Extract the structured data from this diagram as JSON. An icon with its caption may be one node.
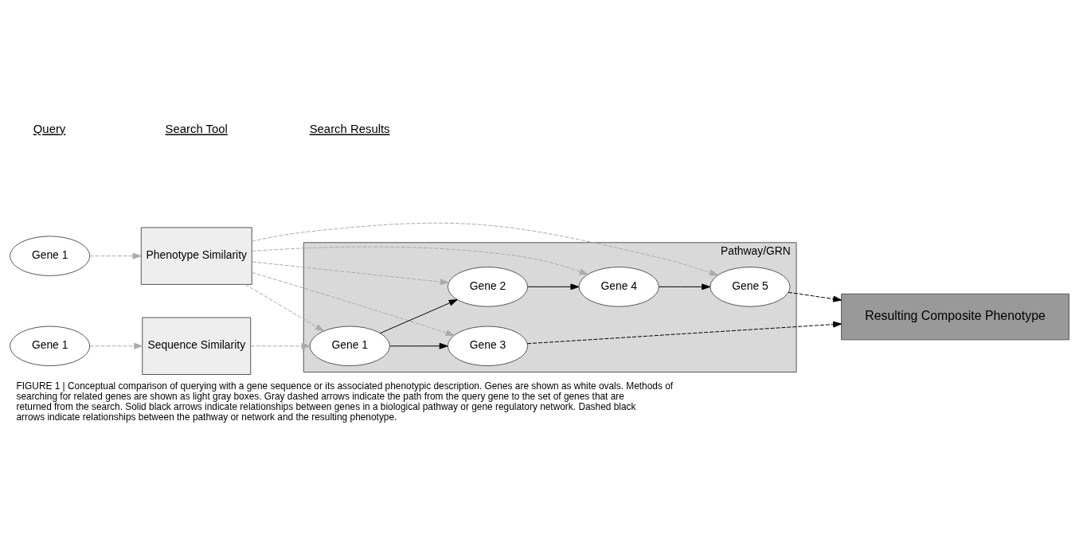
{
  "diagram": {
    "caption": "FIGURE 1 | Conceptual comparison of querying with a gene sequence or its associated phenotypic description. Genes are shown as white ovals. Methods of searching for related genes are shown as light gray boxes. Gray dashed arrows indicate the path from the query gene to the set of genes that are returned from the search. Solid black arrows indicate relationships between genes in a biological pathway or gene regulatory network. Dashed black arrows indicate relationships between the pathway or network and the resulting phenotype.",
    "nodes": [
      {
        "text": [
          "Gene 1"
        ]
      },
      {
        "text": [
          "Sequence Similarity"
        ]
      },
      {
        "text": [
          "Gene 1"
        ]
      },
      {
        "text": [
          "Phenotype Similarity"
        ]
      },
      {
        "text": [
          "Pathway/GRN"
        ]
      },
      {
        "text": [
          "Gene 1"
        ],
        "in": 4
      },
      {
        "text": [
          "Gene 2"
        ],
        "in": 4
      },
      {
        "text": [
          "Gene 3"
        ],
        "in": 4
      },
      {
        "text": [
          "Gene 4"
        ],
        "in": 4
      },
      {
        "text": [
          "Gene 5"
        ],
        "in": 4
      },
      {
        "text": [
          "Resulting Composite Phenotype"
        ]
      }
    ],
    "edges": [
      {
        "from": 0,
        "to": 1,
        "arrow": "to",
        "style": "dashed",
        "color": "#aaaaaa"
      },
      {
        "from": 1,
        "to": 5,
        "arrow": "to",
        "style": "dashed",
        "color": "#aaaaaa"
      },
      {
        "from": 2,
        "to": 3,
        "arrow": "to",
        "style": "dashed",
        "color": "#aaaaaa"
      },
      {
        "from": 3,
        "to": 5,
        "arrow": "to",
        "style": "dashed",
        "color": "#aaaaaa"
      },
      {
        "from": 3,
        "to": 6,
        "arrow": "to",
        "style": "dashed",
        "color": "#aaaaaa"
      },
      {
        "from": 3,
        "to": 7,
        "arrow": "to",
        "style": "dashed",
        "color": "#aaaaaa"
      },
      {
        "from": 3,
        "to": 8,
        "arrow": "to",
        "style": "dashed",
        "color": "#aaaaaa"
      },
      {
        "from": 3,
        "to": 9,
        "arrow": "to",
        "style": "dashed",
        "color": "#aaaaaa"
      },
      {
        "from": 5,
        "to": 6,
        "arrow": "to",
        "color": "#000000"
      },
      {
        "from": 5,
        "to": 7,
        "arrow": "to",
        "color": "#000000"
      },
      {
        "from": 6,
        "to": 8,
        "arrow": "to",
        "color": "#000000"
      },
      {
        "from": 8,
        "to": 9,
        "arrow": "to",
        "color": "#000000"
      },
      {
        "from": 9,
        "to": 10,
        "arrow": "to",
        "style": "dashed",
        "color": "#000000"
      },
      {
        "from": 7,
        "to": 10,
        "arrow": "to",
        "style": "dashed",
        "color": "#000000"
      }
    ],
    "labels": [
      "Query",
      "Search Tool",
      "Search Results"
    ]
  }
}
